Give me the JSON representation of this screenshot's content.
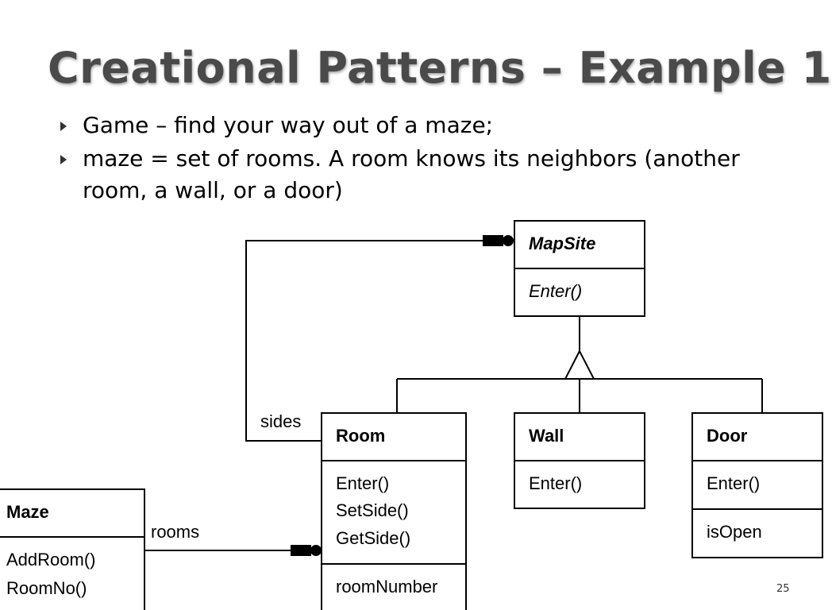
{
  "slide": {
    "title": "Creational Patterns – Example 1",
    "bullets": [
      "Game – find your way out of a maze;",
      "maze = set of rooms. A room knows its neighbors (another room, a wall, or a door)"
    ],
    "page_number": "25"
  },
  "diagram": {
    "classes": {
      "mapsite": {
        "name": "MapSite",
        "operations": [
          "Enter()"
        ]
      },
      "room": {
        "name": "Room",
        "operations": [
          "Enter()",
          "SetSide()",
          "GetSide()"
        ],
        "attributes": [
          "roomNumber"
        ]
      },
      "wall": {
        "name": "Wall",
        "operations": [
          "Enter()"
        ]
      },
      "door": {
        "name": "Door",
        "operations": [
          "Enter()"
        ],
        "attributes": [
          "isOpen"
        ]
      },
      "maze": {
        "name": "Maze",
        "operations": [
          "AddRoom()",
          "RoomNo()"
        ]
      }
    },
    "associations": {
      "sides_label": "sides",
      "rooms_label": "rooms"
    }
  }
}
